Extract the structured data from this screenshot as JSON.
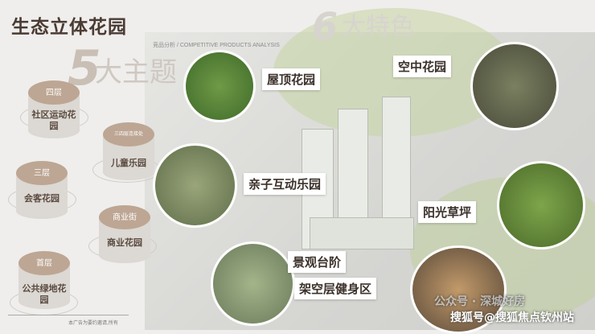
{
  "title": "生态立体花园",
  "subtitle": "竞品分析 / COMPETITIVE PRODUCTS ANALYSIS",
  "themes": {
    "number": "5",
    "label": "大主题",
    "items": [
      {
        "floor": "四层",
        "name": "社区运动花园"
      },
      {
        "floor": "三四层连接处",
        "name": "儿童乐园"
      },
      {
        "floor": "三层",
        "name": "会客花园"
      },
      {
        "floor": "商业街",
        "name": "商业花园"
      },
      {
        "floor": "首层",
        "name": "公共绿地花园"
      }
    ]
  },
  "features": {
    "number": "6",
    "label": "大特色",
    "items": [
      "屋顶花园",
      "空中花园",
      "亲子互动乐园",
      "阳光草坪",
      "景观台阶",
      "架空层健身区"
    ]
  },
  "footnote": "本广告为要约邀请,所有",
  "watermarks": [
    "公众号 · 深城好房",
    "搜狐号@搜狐焦点钦州站"
  ]
}
